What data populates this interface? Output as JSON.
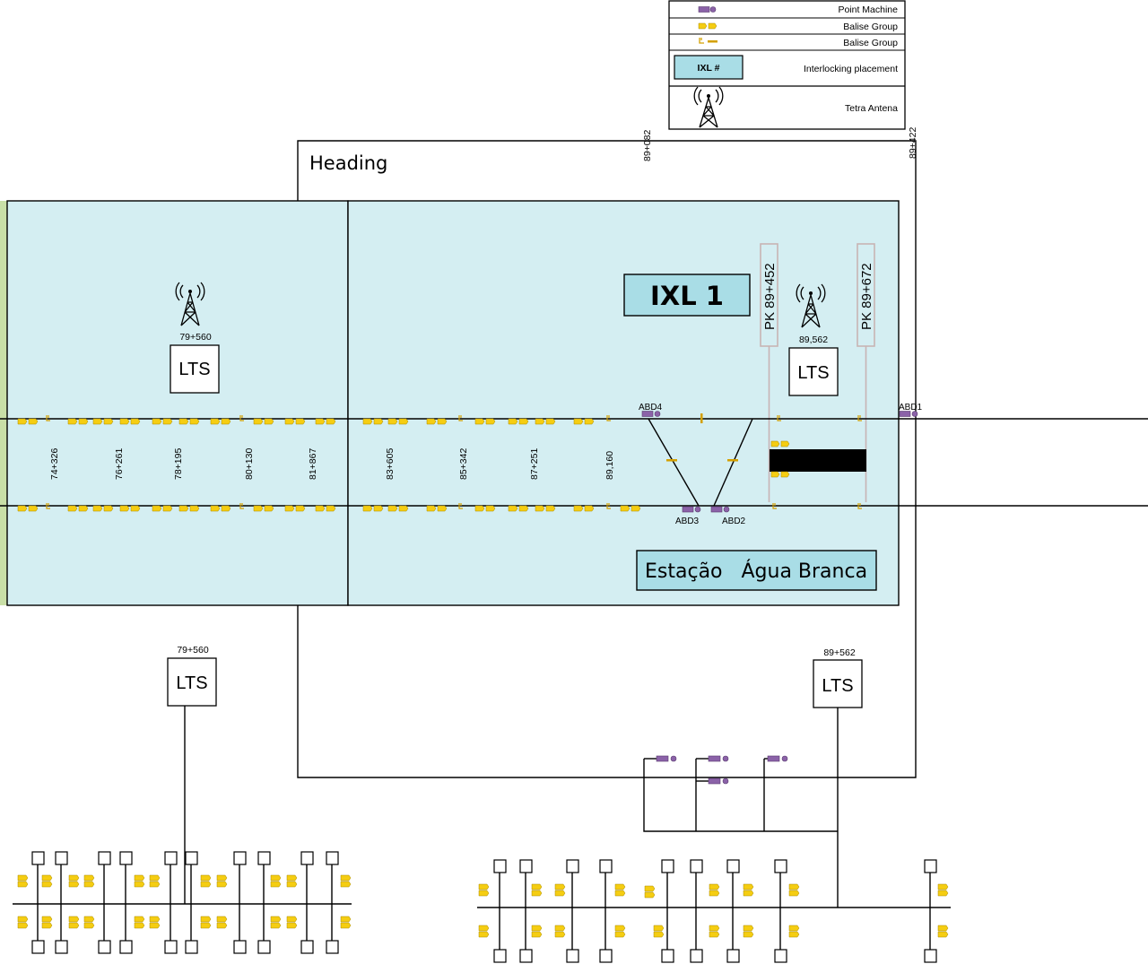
{
  "legend": {
    "rows": [
      {
        "icon": "point-machine",
        "label": "Point Machine"
      },
      {
        "icon": "balise-group-a",
        "label": "Balise Group"
      },
      {
        "icon": "balise-group-b",
        "label": "Balise Group"
      },
      {
        "icon": "ixl-box",
        "label": "Interlocking placement",
        "box_label": "IXL #"
      },
      {
        "icon": "tetra-antenna",
        "label": "Tetra Antena"
      }
    ]
  },
  "heading": "Heading",
  "ixl_label": "IXL 1",
  "station_label": "Estação   Água Branca",
  "top_km": [
    "89+082",
    "89+422"
  ],
  "pk_labels": [
    "PK 89+452",
    "PK 89+672"
  ],
  "antennas": [
    {
      "km": "79+560",
      "lts": "LTS"
    },
    {
      "km": "89,562",
      "lts": "LTS"
    }
  ],
  "km_markers": [
    "74+326",
    "76+261",
    "78+195",
    "80+130",
    "81+867",
    "83+605",
    "85+342",
    "87+251",
    "89,160"
  ],
  "points": [
    "ABD4",
    "ABD3",
    "ABD2",
    "ABD1"
  ],
  "lower_lts": [
    {
      "km": "79+560",
      "label": "LTS"
    },
    {
      "km": "89+562",
      "label": "LTS"
    }
  ],
  "colors": {
    "zone_fill": "#d4eef2",
    "ixl_box": "#a9dde6",
    "balise": "#f5cd12",
    "point_machine": "#8b62a8",
    "side_bar": "#c9dfa7"
  }
}
